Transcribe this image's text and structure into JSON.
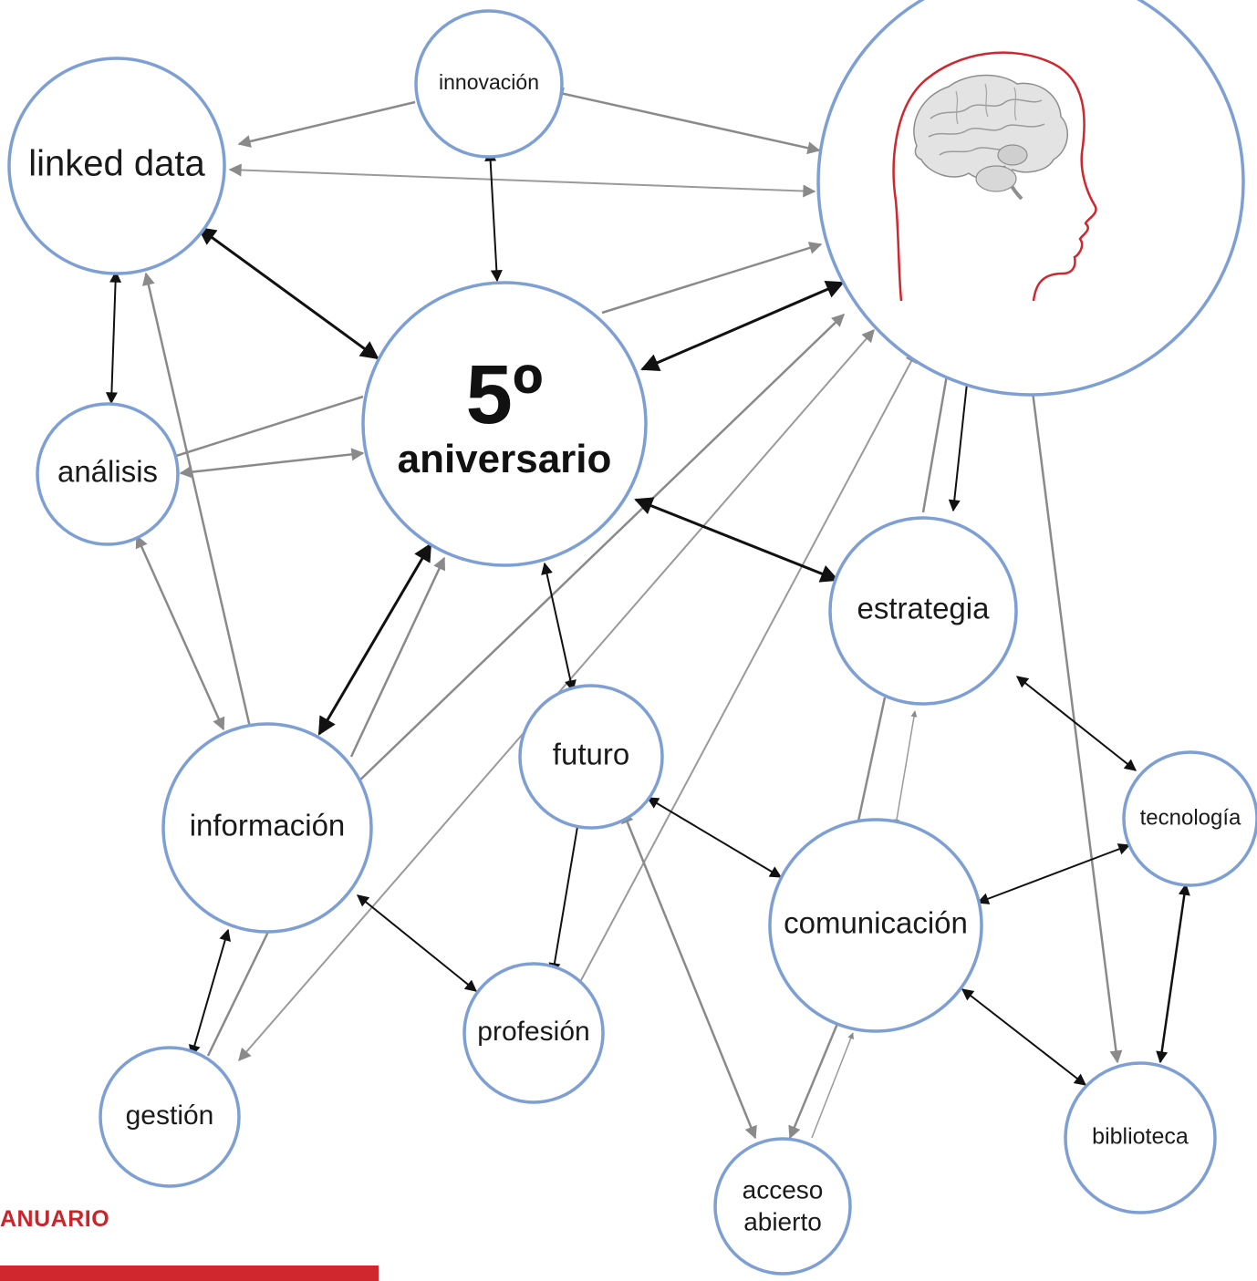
{
  "diagram": {
    "center": {
      "number": "5º",
      "label": "aniversario"
    },
    "nodes": {
      "innovacion": "innovación",
      "linked_data": "linked data",
      "analisis": "análisis",
      "informacion": "información",
      "gestion": "gestión",
      "futuro": "futuro",
      "profesion": "profesión",
      "acceso": [
        "acceso",
        "abierto"
      ],
      "comunicacion": "comunicación",
      "estrategia": "estrategia",
      "tecnologia": "tecnología",
      "biblioteca": "biblioteca"
    },
    "colors": {
      "node_stroke": "#7d9fd4",
      "arrow_black": "#111111",
      "arrow_gray": "#8a8a8a",
      "head_outline": "#d0262e"
    }
  },
  "footer": {
    "label": "ANUARIO",
    "accent": "#d0262e"
  }
}
